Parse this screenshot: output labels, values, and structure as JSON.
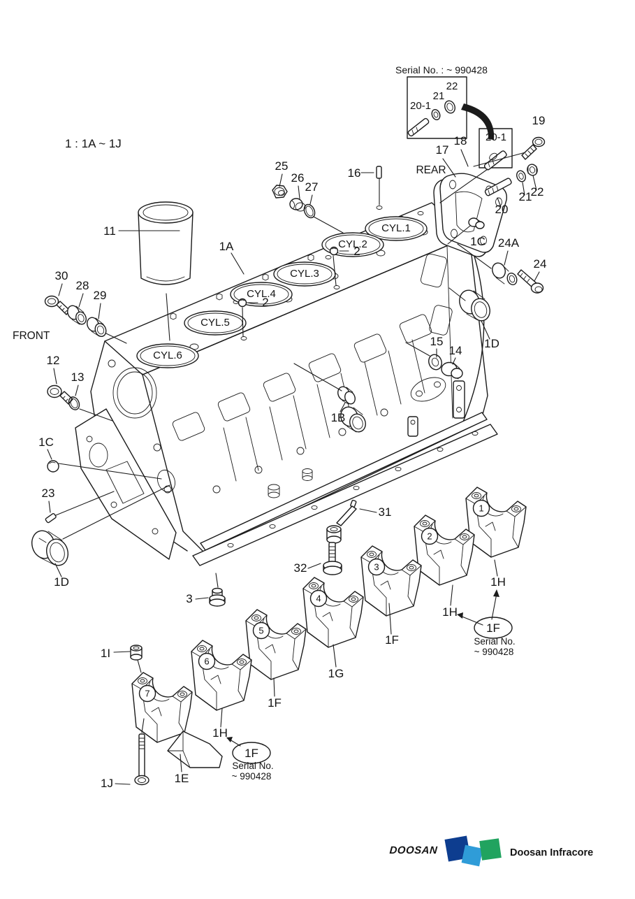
{
  "title": {
    "scale_note": "1 : 1A ~ 1J"
  },
  "orientation": {
    "front": "FRONT",
    "rear": "REAR"
  },
  "serial": {
    "top_note": "Serial No. : ~ 990428",
    "oval_label": "1F",
    "line1": "Serial No.",
    "line2": "~ 990428"
  },
  "cylinders": [
    "CYL.1",
    "CYL.2",
    "CYL.3",
    "CYL.4",
    "CYL.5",
    "CYL.6"
  ],
  "caps": [
    "1",
    "2",
    "3",
    "4",
    "5",
    "6",
    "7"
  ],
  "callouts": {
    "p2": "2",
    "p3": "3",
    "p11": "11",
    "p12": "12",
    "p13": "13",
    "p14": "14",
    "p15": "15",
    "p16": "16",
    "p17": "17",
    "p18": "18",
    "p19": "19",
    "p20": "20",
    "p20_1": "20-1",
    "p21": "21",
    "p22": "22",
    "p23": "23",
    "p24": "24",
    "p24a": "24A",
    "p25": "25",
    "p26": "26",
    "p27": "27",
    "p28": "28",
    "p29": "29",
    "p30": "30",
    "p31": "31",
    "p32": "32",
    "g1a": "1A",
    "g1b": "1B",
    "g1c": "1C",
    "g1d": "1D",
    "g1e": "1E",
    "g1f": "1F",
    "g1g": "1G",
    "g1h": "1H",
    "g1i": "1I",
    "g1j": "1J"
  },
  "logo": {
    "wordmark": "DOOSAN",
    "company": "Doosan Infracore",
    "colors": {
      "navy": "#0d3d8f",
      "blue": "#2f9cd8",
      "green": "#21a35f",
      "text": "#3c4fa1",
      "wordmark_text": "#ffffff"
    }
  }
}
